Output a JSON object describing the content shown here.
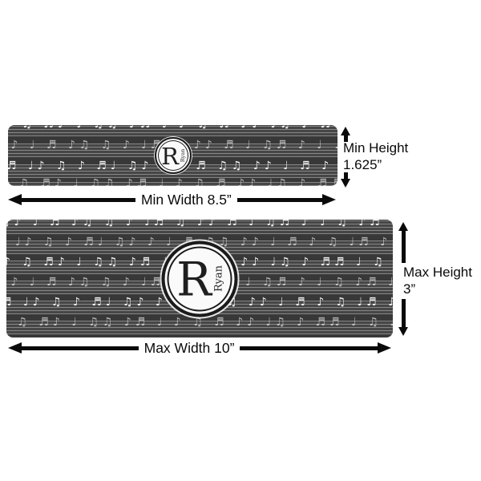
{
  "monogram": {
    "letter": "R",
    "name": "Ryan"
  },
  "annotations": {
    "min_width": "Min Width 8.5”",
    "min_height": [
      "Min Height",
      "1.625”"
    ],
    "max_width": "Max Width 10”",
    "max_height": [
      "Max Height",
      "3”"
    ]
  },
  "colors": {
    "banner_background": "#383838",
    "staff_lines": "#a8a8a8",
    "notes": "#ffffff",
    "badge_background": "#fafafa",
    "badge_ring": "#1b1b1b",
    "annotation_text": "#0a0a0a",
    "page_background": "#ffffff"
  },
  "pattern": {
    "row_a": "♪ ♫ ♬♪ ♩ ♫♫ ♪♬ ♩ ♪ ♫ ♬ ♪♪ ♩♫ ♪ ♬♬ ♩ ♫ ♪♫ ♬ ♩♪ ♫ ♪ ♬♫ ♩ ♪♪ ♫ ♬ ♩♫ ♪ ♬ ♫♪ ♩ ♬ ♪ ♫♫ ♬ ♪ ♩",
    "row_b": "♫♪ ♩ ♬ ♪♫ ♫ ♪ ♩♬ ♫ ♪♪ ♬ ♩ ♫♬ ♪ ♩ ♫ ♪♬ ♩♩ ♫ ♪ ♬♪ ♫ ♩ ♪ ♬♬ ♫♪ ♩ ♪ ♫ ♬ ♪♩ ♫♫ ♪ ♬ ♩ ♪♫ ♬ ♪",
    "row_c": "♬ ♩♪ ♫ ♪ ♬♩ ♫♪ ♪ ♩ ♬ ♫♫ ♪♪ ♩ ♬ ♪ ♫ ♩♬ ♪♫ ♫ ♬ ♪ ♩ ♫♪ ♬♬ ♪ ♩♫ ♪ ♫ ♬ ♩ ♪♪ ♫♬ ♩ ♪ ♬ ♫ ♪♩"
  }
}
